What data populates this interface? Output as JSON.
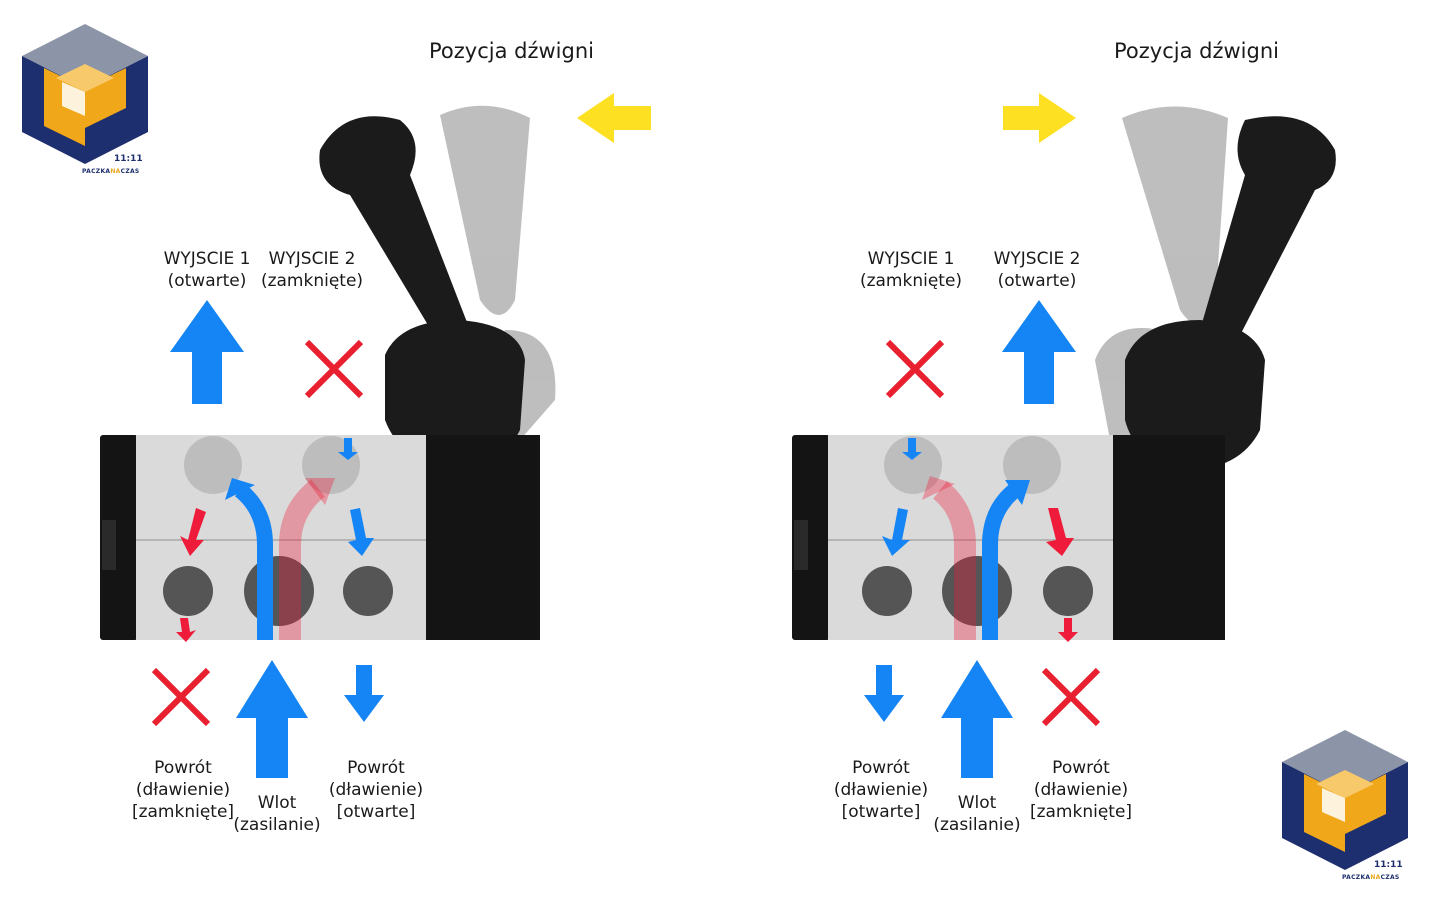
{
  "panels": [
    {
      "lever_title": "Pozycja dźwigni",
      "out1": [
        "WYJSCIE 1",
        "(otwarte)"
      ],
      "out2": [
        "WYJSCIE 2",
        "(zamknięte)"
      ],
      "ret_left": [
        "Powrót",
        "(dławienie)",
        "[zamknięte]"
      ],
      "inlet": [
        "Wlot",
        "(zasilanie)"
      ],
      "ret_right": [
        "Powrót",
        "(dławienie)",
        "[otwarte]"
      ],
      "lever_direction": "left"
    },
    {
      "lever_title": "Pozycja dźwigni",
      "out1": [
        "WYJSCIE 1",
        "(zamknięte)"
      ],
      "out2": [
        "WYJSCIE 2",
        "(otwarte)"
      ],
      "ret_left": [
        "Powrót",
        "(dławienie)",
        "[otwarte]"
      ],
      "inlet": [
        "Wlot",
        "(zasilanie)"
      ],
      "ret_right": [
        "Powrót",
        "(dławienie)",
        "[zamknięte]"
      ],
      "lever_direction": "right"
    }
  ],
  "logo": {
    "brand_a": "PACZKA",
    "brand_b": "NA",
    "brand_c": "CZAS",
    "time": "11:11"
  },
  "colors": {
    "flow_blue": "#1585f5",
    "exhaust_red": "#ee1c3a",
    "blocked_red": "#e8202f",
    "direction_yellow": "#fde021",
    "valve_body": "#dadada",
    "logo_navy": "#1d2f6e",
    "logo_orange": "#f0a71a",
    "logo_gray": "#8c95a8"
  }
}
